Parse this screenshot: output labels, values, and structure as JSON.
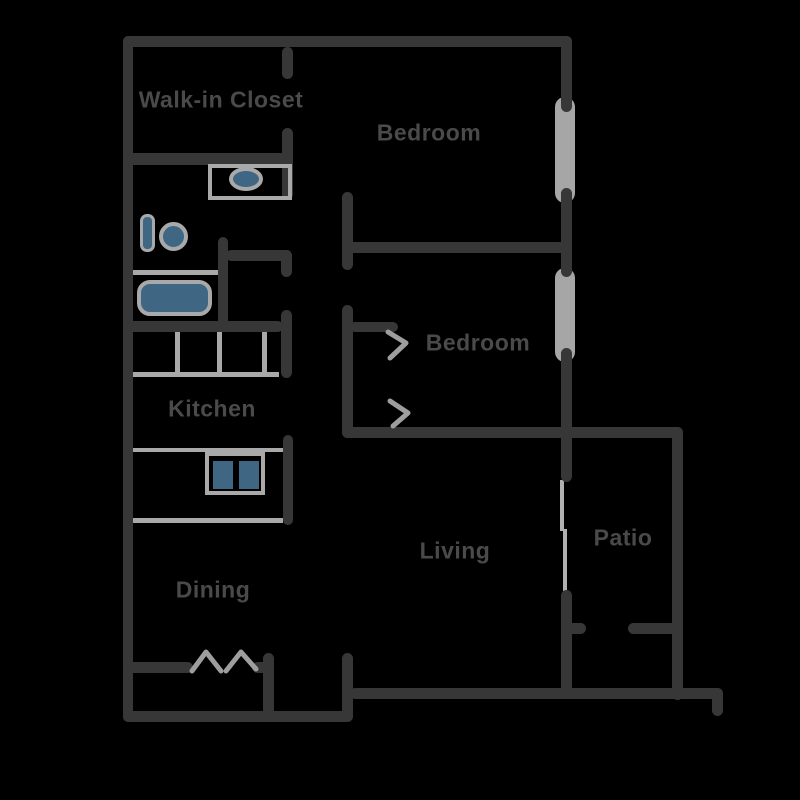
{
  "diagram": {
    "type": "apartment-floor-plan",
    "rooms": [
      {
        "id": "walk-in-closet",
        "label": "Walk-in Closet"
      },
      {
        "id": "bedroom-1",
        "label": "Bedroom"
      },
      {
        "id": "bedroom-2",
        "label": "Bedroom"
      },
      {
        "id": "kitchen",
        "label": "Kitchen"
      },
      {
        "id": "dining",
        "label": "Dining"
      },
      {
        "id": "living",
        "label": "Living"
      },
      {
        "id": "patio",
        "label": "Patio"
      }
    ],
    "fixtures": [
      "toilet",
      "sink-vanity",
      "bathtub",
      "stove",
      "pantry-shelves",
      "kitchen-counter",
      "windows",
      "sliding-glass-door",
      "door-swing-markers"
    ],
    "colors": {
      "background": "#000000",
      "wall": "#373737",
      "label_text": "#4a4a4a",
      "window_gray": "#a6a6a6",
      "counter_gray": "#a9a9a9",
      "fixture_blue": "#3f6683",
      "door_marker_gray": "#9e9e9e"
    }
  }
}
